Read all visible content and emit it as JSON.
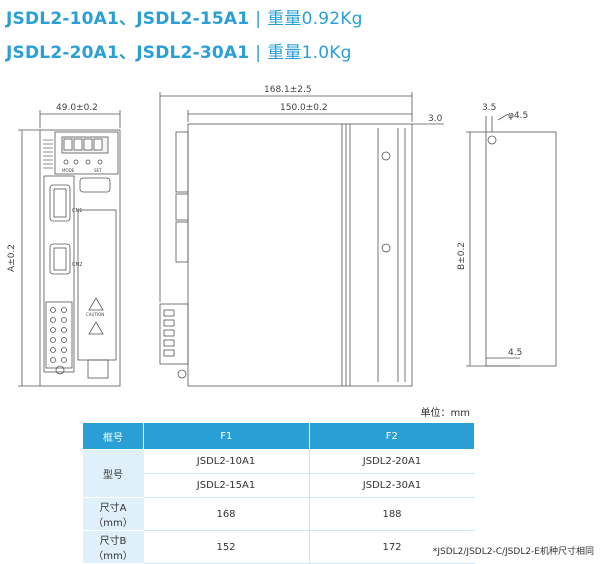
{
  "header": {
    "line1_models": "JSDL2-10A1、JSDL2-15A1",
    "line1_weight": "重量0.92Kg",
    "line2_models": "JSDL2-20A1、JSDL2-30A1",
    "line2_weight": "重量1.0Kg",
    "separator": "|"
  },
  "drawing": {
    "front_width": "49.0±0.2",
    "side_depth_total": "168.1±2.5",
    "side_depth_body": "150.0±0.2",
    "side_flange": "3.0",
    "height_a": "A±0.2",
    "height_b": "B±0.2",
    "mount_offset": "3.5",
    "hole_dia": "φ4.5",
    "bottom_offset": "4.5",
    "port_cn1": "CN1",
    "port_cn2": "CN2",
    "btn_labels": [
      "MODE",
      "SET"
    ],
    "caution": "CAUTION"
  },
  "unit_label": "单位：mm",
  "table": {
    "headers": [
      "框号",
      "F1",
      "F2"
    ],
    "model_label": "型号",
    "models_f1": [
      "JSDL2-10A1",
      "JSDL2-15A1"
    ],
    "models_f2": [
      "JSDL2-20A1",
      "JSDL2-30A1"
    ],
    "size_a_label": "尺寸A（mm）",
    "size_a": [
      "168",
      "188"
    ],
    "size_b_label": "尺寸B（mm）",
    "size_b": [
      "152",
      "172"
    ]
  },
  "footnote": "*JSDL2/JSDL2-C/JSDL2-E机种尺寸相同",
  "colors": {
    "accent": "#2a9fd6",
    "row_label_bg": "#dff0fa"
  }
}
